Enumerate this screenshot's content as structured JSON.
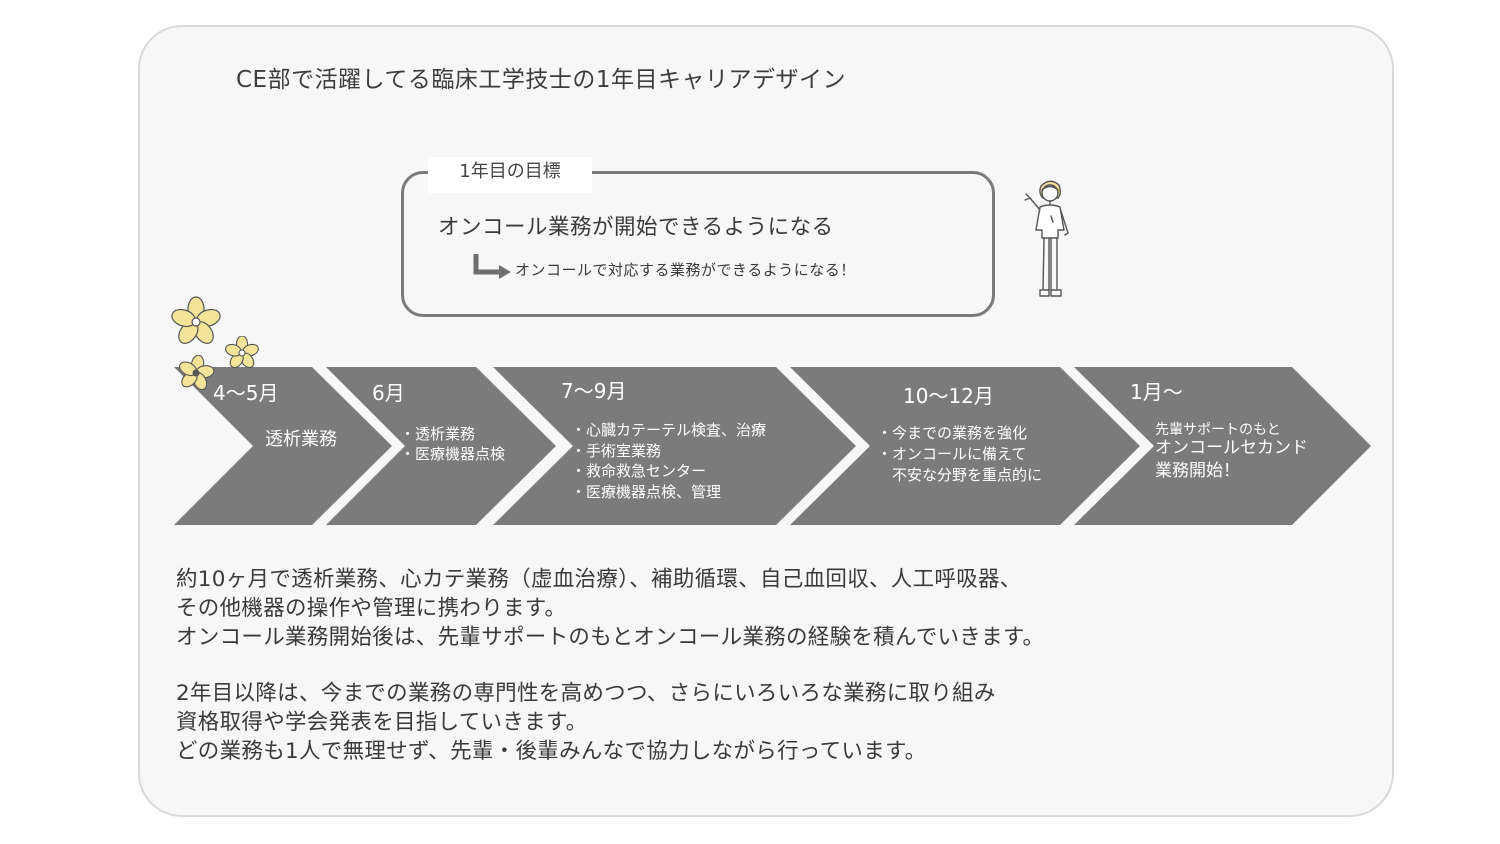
{
  "title": "CE部で活躍してる臨床工学技士の1年目キャリアデザイン",
  "goal": {
    "label": "1年目の目標",
    "main": "オンコール業務が開始できるようになる",
    "sub": "オンコールで対応する業務ができるようになる！"
  },
  "timeline": [
    {
      "period": "4〜5月",
      "tasks": [
        "透析業務"
      ]
    },
    {
      "period": "6月",
      "tasks": [
        "・透析業務",
        "・医療機器点検"
      ]
    },
    {
      "period": "7〜9月",
      "tasks": [
        "・心臓カテーテル検査、治療",
        "・手術室業務",
        "・救命救急センター",
        "・医療機器点検、管理"
      ]
    },
    {
      "period": "10〜12月",
      "tasks": [
        "・今までの業務を強化",
        "・オンコールに備えて",
        "　不安な分野を重点的に"
      ]
    },
    {
      "period": "1月〜",
      "tasks": [
        "先輩サポートのもと",
        "オンコールセカンド",
        "業務開始！"
      ]
    }
  ],
  "paragraphs": [
    [
      "約10ヶ月で透析業務、心カテ業務（虚血治療）、補助循環、自己血回収、人工呼吸器、",
      "その他機器の操作や管理に携わります。",
      "オンコール業務開始後は、先輩サポートのもとオンコール業務の経験を積んでいきます。"
    ],
    [
      "2年目以降は、今までの業務の専門性を高めつつ、さらにいろいろな業務に取り組み",
      "資格取得や学会発表を目指していきます。",
      "どの業務も1人で無理せず、先輩・後輩みんなで協力しながら行っています。"
    ]
  ],
  "colors": {
    "chevron": "#7b7b7b",
    "card_bg": "#f7f7f7",
    "card_border": "#d9d9d9",
    "flower": "#f3e49a",
    "text": "#3a3a3a"
  },
  "icons": [
    "sakura-flower-icon",
    "nurse-illustration",
    "right-arrow-icon"
  ]
}
